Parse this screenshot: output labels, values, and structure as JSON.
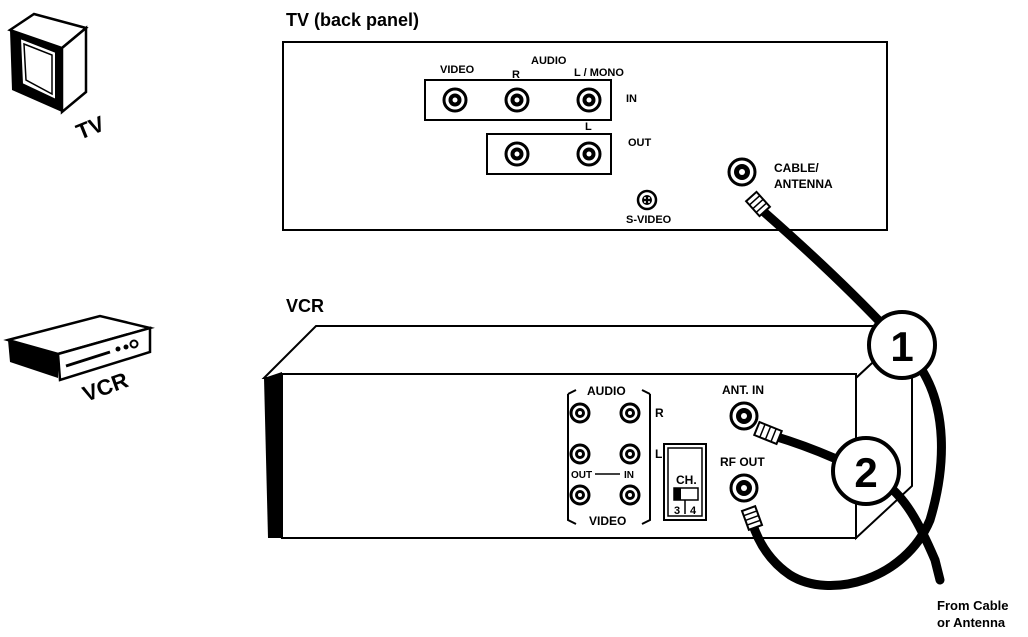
{
  "tv_icon": {
    "label": "TV"
  },
  "vcr_icon": {
    "label": "VCR"
  },
  "tv_panel": {
    "title": "TV (back panel)",
    "video_label": "VIDEO",
    "audio_label": "AUDIO",
    "r_label": "R",
    "l_mono_label": "L / MONO",
    "in_label": "IN",
    "l_label": "L",
    "out_label": "OUT",
    "svideo_label": "S-VIDEO",
    "cable_antenna_label_1": "CABLE/",
    "cable_antenna_label_2": "ANTENNA"
  },
  "vcr_panel": {
    "title": "VCR",
    "audio_label": "AUDIO",
    "r_label": "R",
    "l_label": "L",
    "out_label": "OUT",
    "in_label": "IN",
    "video_label": "VIDEO",
    "ant_in_label": "ANT. IN",
    "rf_out_label": "RF OUT",
    "ch_label": "CH.",
    "ch_3": "3",
    "ch_4": "4"
  },
  "cables": {
    "step_1": "1",
    "step_2": "2",
    "from_label_1": "From Cable",
    "from_label_2": "or Antenna"
  }
}
